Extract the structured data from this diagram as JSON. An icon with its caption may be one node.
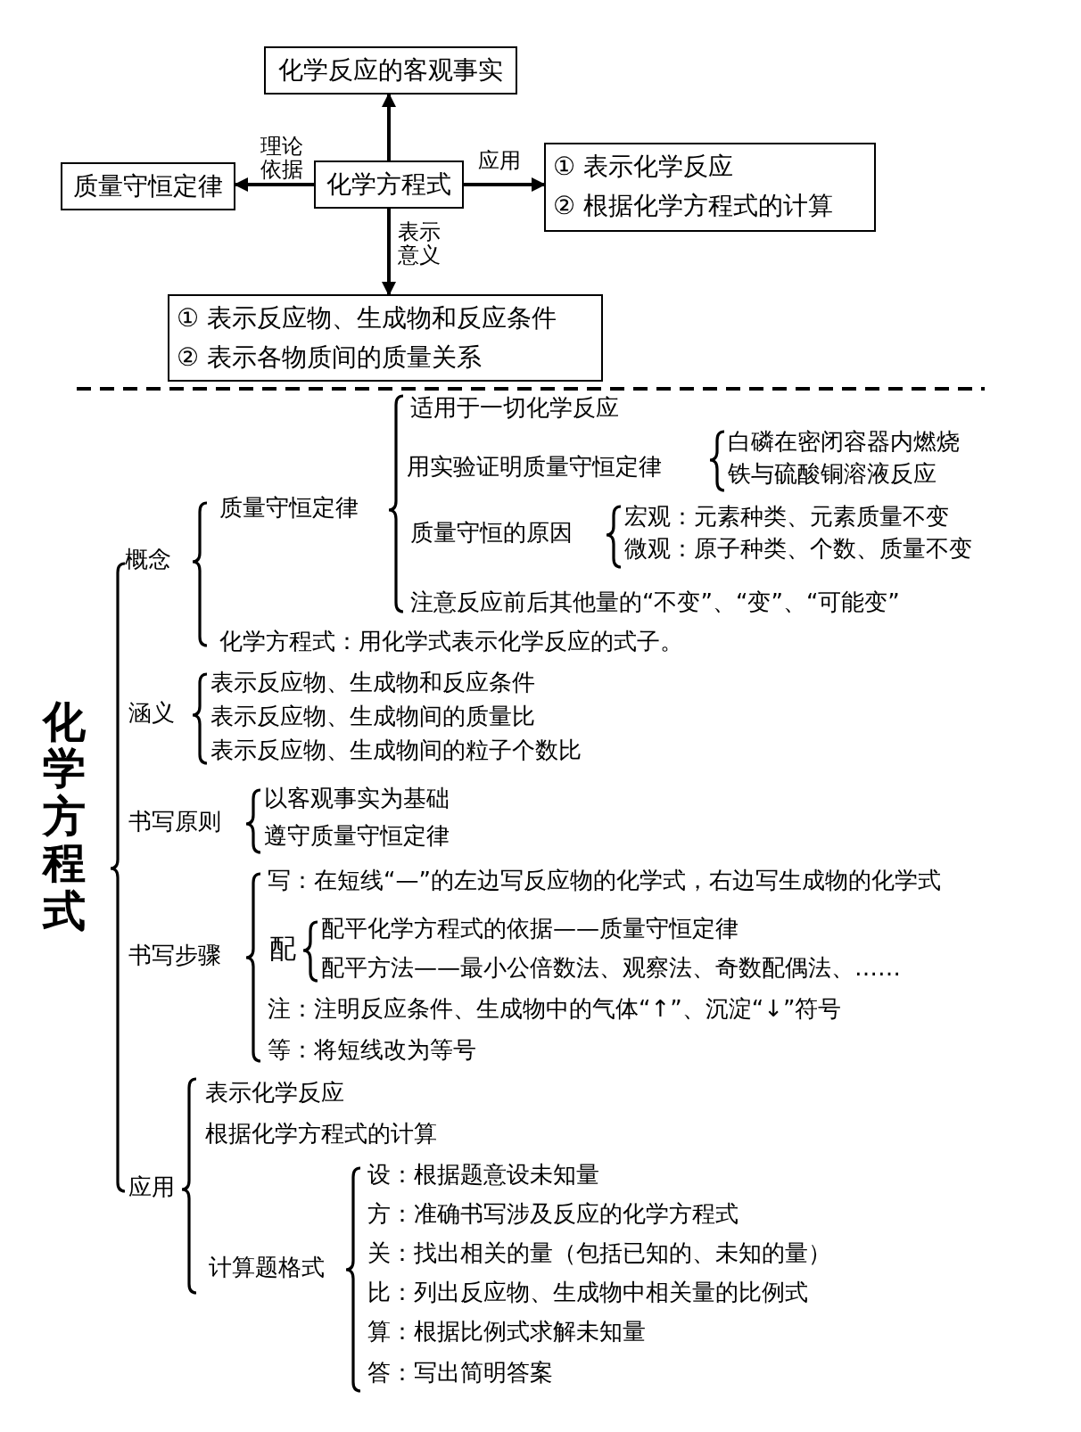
{
  "diagram": {
    "nodes": [
      {
        "text": [
          "化学反应的客观事实"
        ]
      },
      {
        "text": [
          "质量守恒定律"
        ]
      },
      {
        "text": [
          "化学方程式"
        ]
      },
      {
        "text": [
          "① 表示化学反应",
          "② 根据化学方程式的计算"
        ]
      },
      {
        "text": [
          "① 表示反应物、生成物和反应条件",
          "② 表示各物质间的质量关系"
        ]
      }
    ],
    "edges": [
      {
        "from": 2,
        "to": 0,
        "arrow": "to"
      },
      {
        "from": 2,
        "to": 1,
        "arrow": "to",
        "label": "理论依据"
      },
      {
        "from": 2,
        "to": 3,
        "arrow": "to",
        "label": "应用"
      },
      {
        "from": 2,
        "to": 4,
        "arrow": "to",
        "label": "表示意义"
      }
    ],
    "labels": [
      "化学方程式",
      "概念",
      "质量守恒定律",
      "适用于一切化学反应",
      "用实验证明质量守恒定律",
      "白磷在密闭容器内燃烧",
      "铁与硫酸铜溶液反应",
      "质量守恒的原因",
      "宏观：元素种类、元素质量不变",
      "微观：原子种类、个数、质量不变",
      "注意反应前后其他量的“不变”、“变”、“可能变”",
      "化学方程式：用化学式表示化学反应的式子。",
      "涵义",
      "表示反应物、生成物和反应条件",
      "表示反应物、生成物间的质量比",
      "表示反应物、生成物间的粒子个数比",
      "书写原则",
      "以客观事实为基础",
      "遵守质量守恒定律",
      "书写步骤",
      "写：在短线“—”的左边写反应物的化学式，右边写生成物的化学式",
      "配",
      "配平化学方程式的依据——质量守恒定律",
      "配平方法——最小公倍数法、观察法、奇数配偶法、……",
      "注：注明反应条件、生成物中的气体“↑”、沉淀“↓”符号",
      "等：将短线改为等号",
      "应用",
      "表示化学反应",
      "根据化学方程式的计算",
      "计算题格式",
      "设：根据题意设未知量",
      "方：准确书写涉及反应的化学方程式",
      "关：找出相关的量（包括已知的、未知的量）",
      "比：列出反应物、生成物中相关量的比例式",
      "算：根据比例式求解未知量",
      "答：写出简明答案"
    ]
  }
}
